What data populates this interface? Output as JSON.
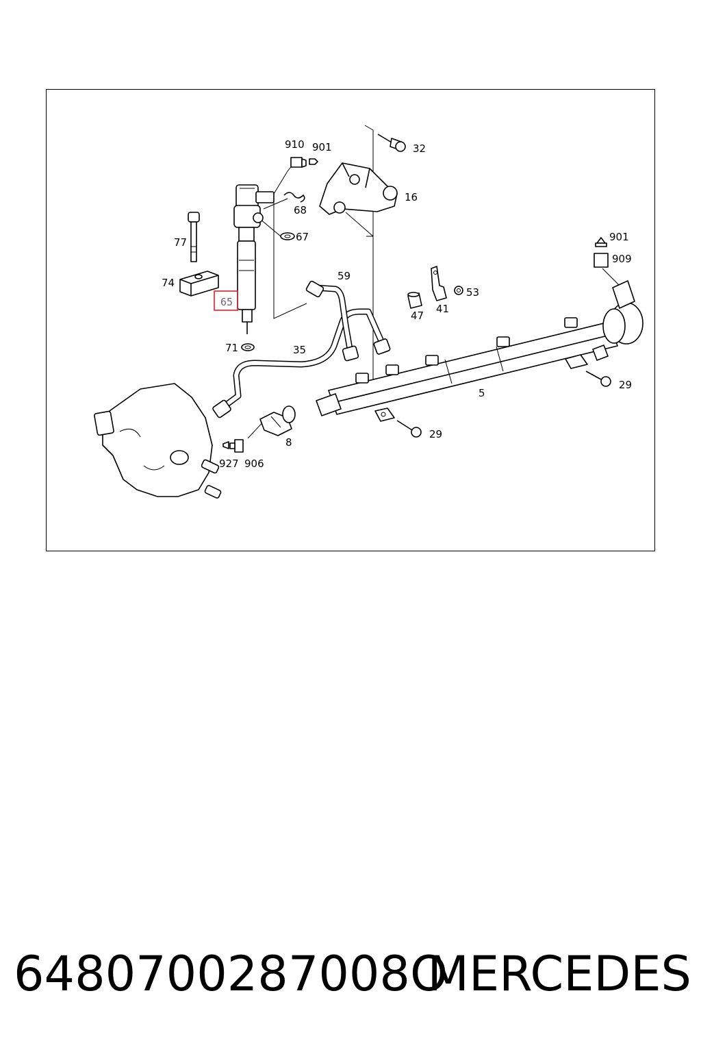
{
  "diagram": {
    "highlighted_label": "65",
    "labels": {
      "l910": "910",
      "l901a": "901",
      "l32": "32",
      "l16": "16",
      "l68": "68",
      "l67": "67",
      "l77": "77",
      "l74": "74",
      "l59": "59",
      "l71": "71",
      "l35": "35",
      "l47": "47",
      "l41": "41",
      "l53": "53",
      "l901b": "901",
      "l909": "909",
      "l5": "5",
      "l29a": "29",
      "l29b": "29",
      "l8": "8",
      "l927": "927",
      "l906": "906"
    }
  },
  "footer": {
    "part_number": "6480700287008O",
    "brand": "MERCEDES"
  },
  "colors": {
    "highlight_box": "#e0202a",
    "line": "#000000",
    "background": "#ffffff"
  }
}
